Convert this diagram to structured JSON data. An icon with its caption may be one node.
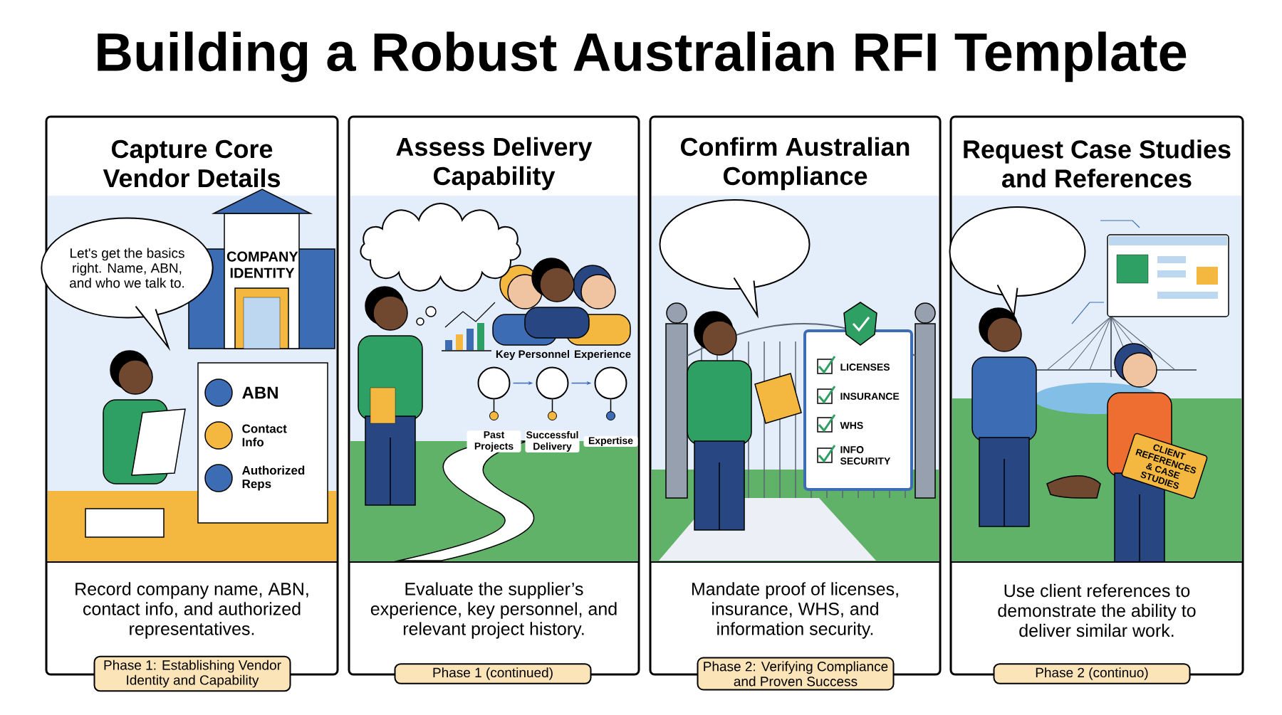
{
  "diagram": {
    "title": "Building a Robust Australian RFI Template",
    "nodes": [
      {
        "text": [
          "Capture Core Vendor Details",
          "Record company name, ABN, contact info, and authorized representatives."
        ]
      },
      {
        "text": [
          "Assess Delivery Capability",
          "Evaluate the supplier’s experience, key personnel, and relevant project history."
        ]
      },
      {
        "text": [
          "Confirm Australian Compliance",
          "Mandate proof of licenses, insurance, WHS, and information security."
        ]
      },
      {
        "text": [
          "Request Case Studies and References",
          "Use client references to demonstrate the ability to deliver similar work."
        ]
      },
      {
        "text": [
          "Phase 1: Establishing Vendor Identity and Capability"
        ]
      },
      {
        "text": [
          "Phase 1 (continued)"
        ]
      },
      {
        "text": [
          "Phase 2: Verifying Compliance and Proven Success"
        ]
      },
      {
        "text": [
          "Phase 2 (continuo)"
        ]
      },
      {
        "text": [
          "Let's get the basics right. Name, ABN, and who we talk to."
        ],
        "in": 0
      },
      {
        "text": [],
        "shape": "cloud",
        "in": 1
      },
      {
        "text": [],
        "shape": "bubble",
        "in": 2
      },
      {
        "text": [],
        "shape": "bubble",
        "in": 3
      },
      {
        "text": [],
        "shape": "circle",
        "beside": [
          "Past Projects"
        ],
        "in": 1
      },
      {
        "text": [],
        "shape": "circle",
        "beside": [
          "Successful Delivery"
        ],
        "in": 1
      },
      {
        "text": [],
        "shape": "circle",
        "beside": [
          "Expertise"
        ],
        "in": 1
      }
    ],
    "edges": [
      {
        "from": 12,
        "to": 13,
        "arrow": "to"
      },
      {
        "from": 13,
        "to": 14,
        "arrow": "to"
      }
    ],
    "labels": [
      "COMPANY IDENTITY",
      "ABN",
      "Contact Info",
      "Authorized Reps",
      "Key Personnel",
      "Experience",
      "LICENSES",
      "INSURANCE",
      "WHS",
      "INFO SECURITY",
      "CLIENT REFERENCES & CASE STUDIES"
    ]
  }
}
